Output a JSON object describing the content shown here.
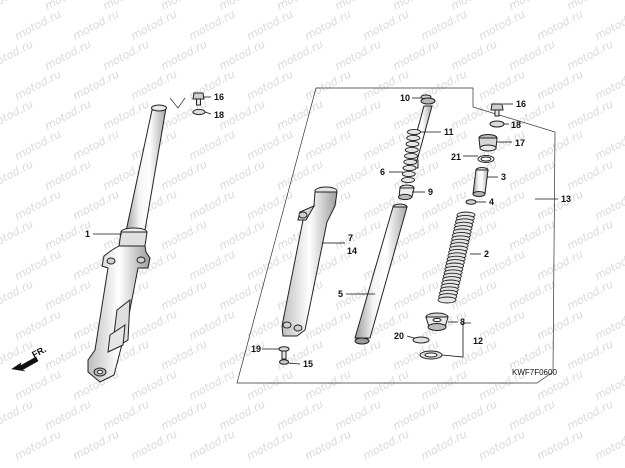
{
  "watermark_text": "motod.ru",
  "diagram_code": "KWF7F0600",
  "direction_label": "FR.",
  "callouts": {
    "c1": "1",
    "c2": "2",
    "c3": "3",
    "c4": "4",
    "c5": "5",
    "c6": "6",
    "c7": "7",
    "c8": "8",
    "c9": "9",
    "c10": "10",
    "c11": "11",
    "c12": "12",
    "c13": "13",
    "c14": "14",
    "c15": "15",
    "c16a": "16",
    "c16b": "16",
    "c17": "17",
    "c18a": "18",
    "c18b": "18",
    "c19": "19",
    "c20": "20",
    "c21": "21"
  },
  "colors": {
    "part_fill": "#ffffff",
    "part_shade": "#d4d4d4",
    "part_dark": "#9a9a9a",
    "outline": "#222222",
    "watermark": "#d9d9d9"
  }
}
